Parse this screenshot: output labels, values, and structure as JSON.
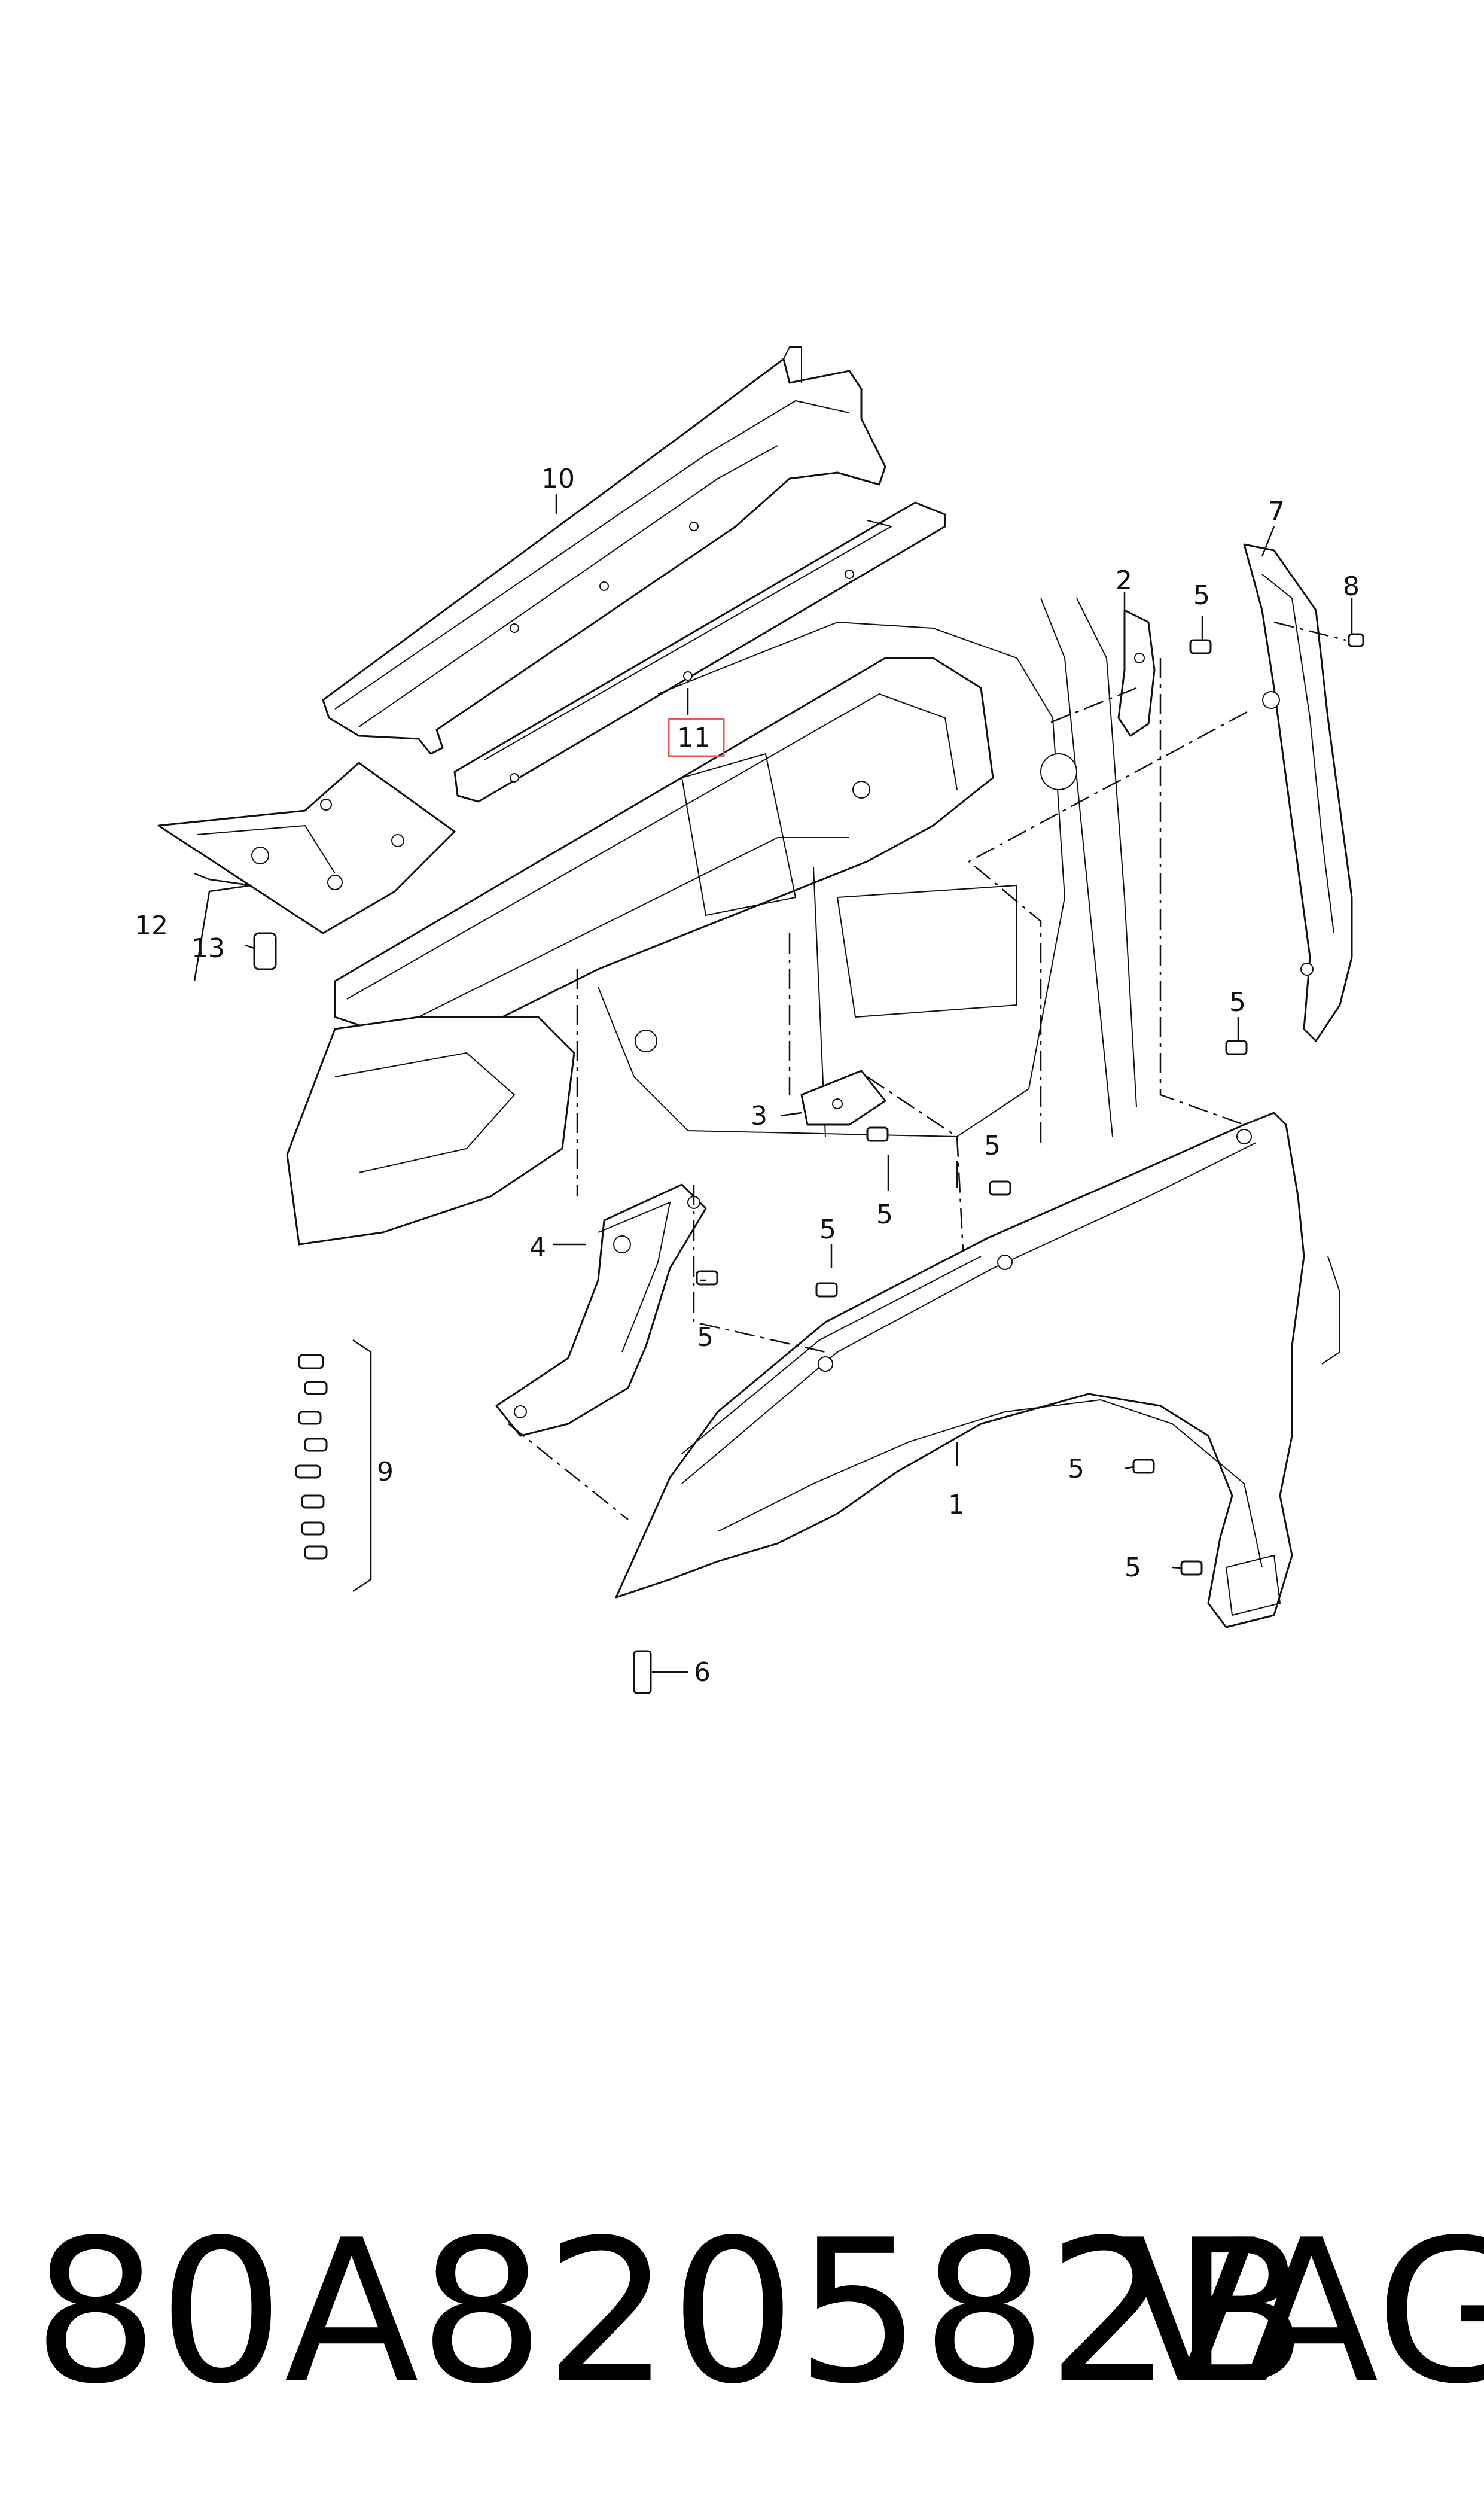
{
  "diagram": {
    "callouts": {
      "c1": "1",
      "c2": "2",
      "c3": "3",
      "c4": "4",
      "c5a": "5",
      "c5b": "5",
      "c5c": "5",
      "c5d": "5",
      "c5e": "5",
      "c5f": "5",
      "c5g": "5",
      "c5h": "5",
      "c6": "6",
      "c7": "7",
      "c8": "8",
      "c9": "9",
      "c10": "10",
      "c11": "11",
      "c12": "12",
      "c13": "13"
    },
    "highlight_color": "#e05a5a"
  },
  "caption": {
    "part_number": "80A820582B",
    "brand": "VAG"
  }
}
